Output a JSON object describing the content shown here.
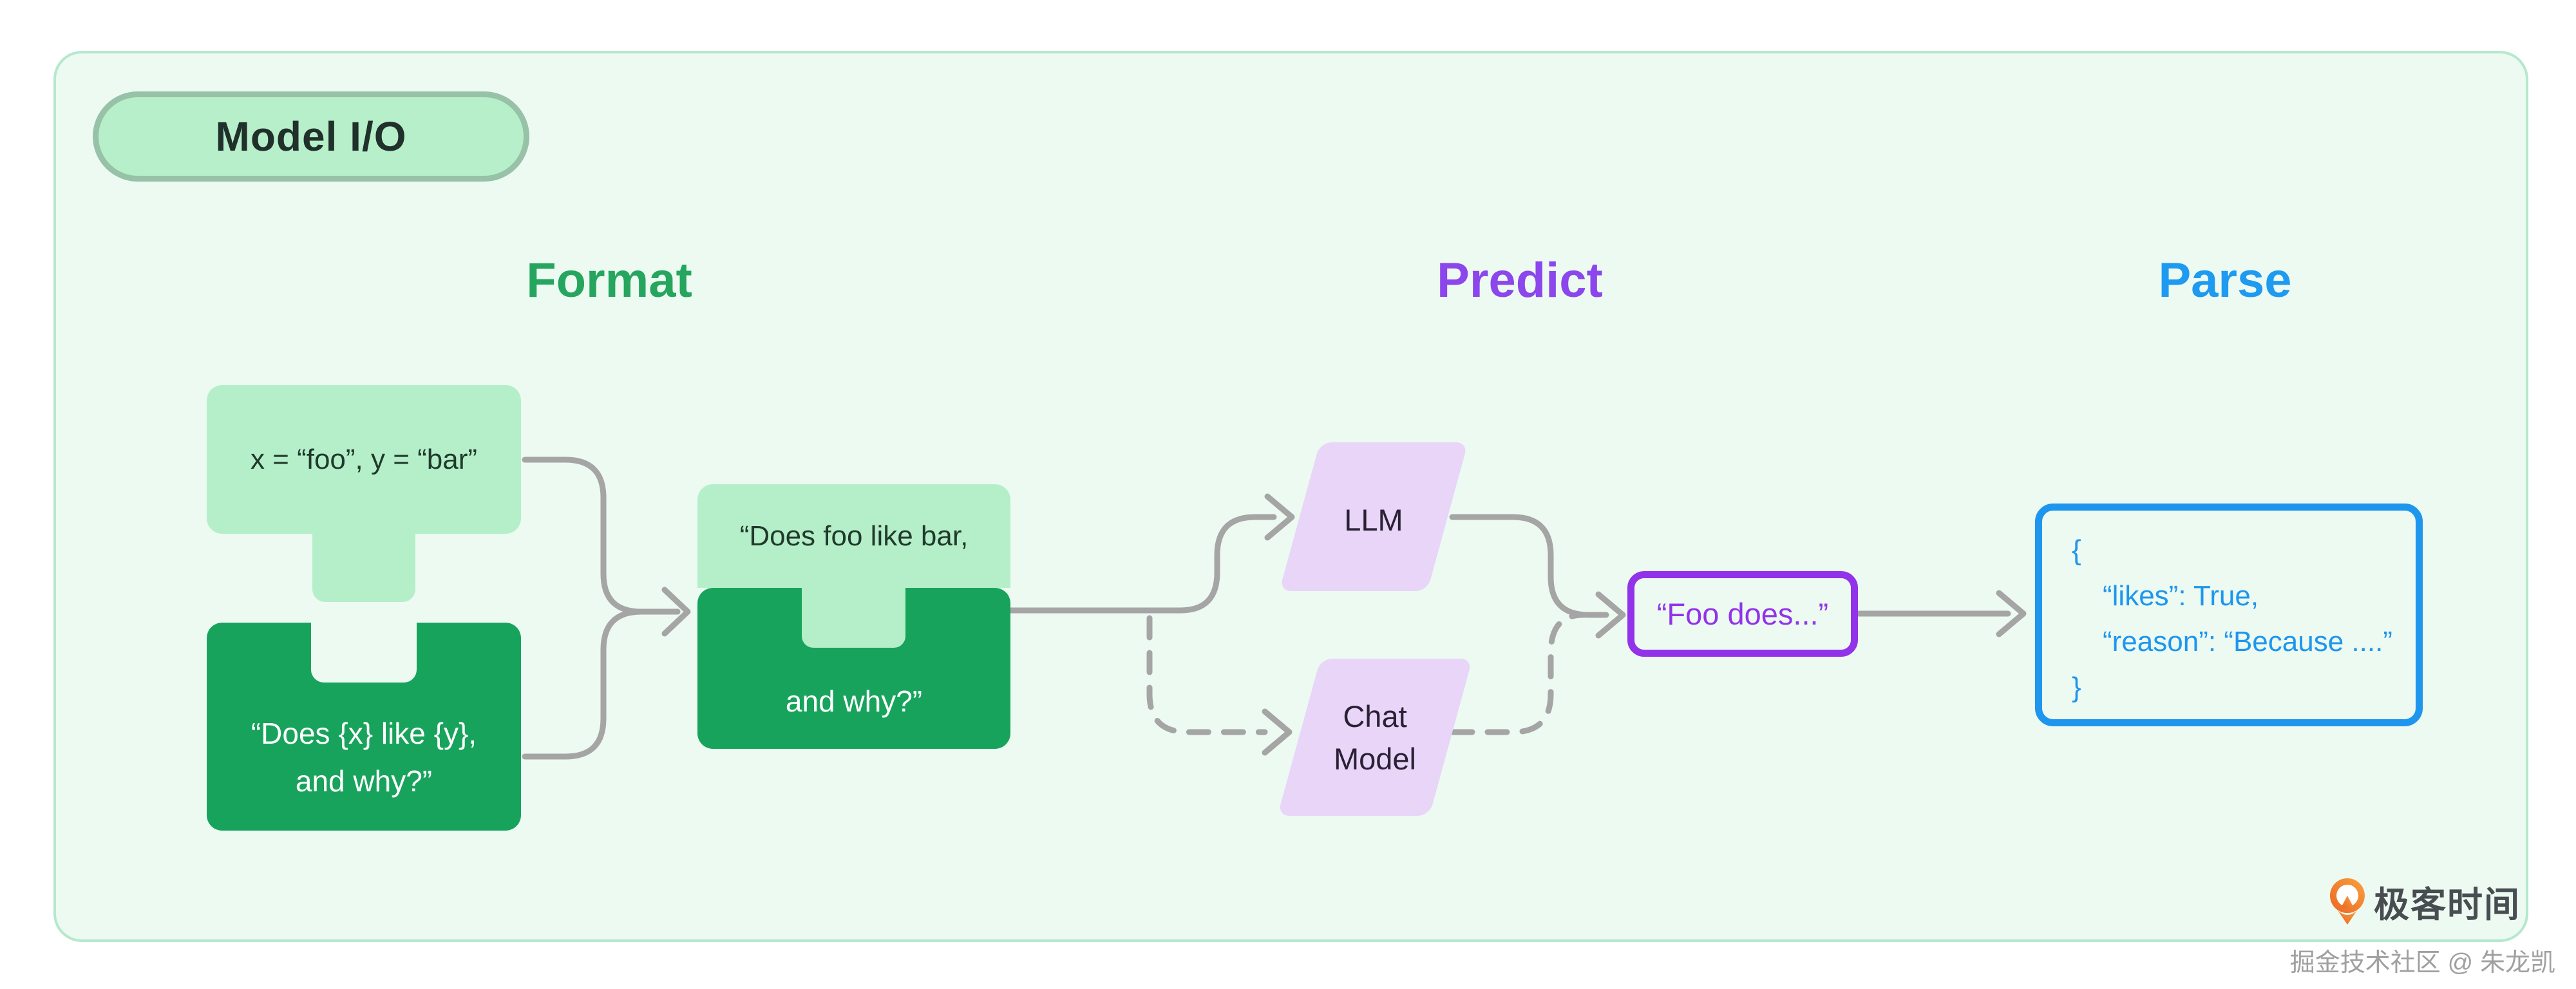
{
  "badge": {
    "label": "Model I/O",
    "fill": "#b7efca",
    "border": "#97c2a7"
  },
  "headers": {
    "format": {
      "label": "Format",
      "color": "#25a55e"
    },
    "predict": {
      "label": "Predict",
      "color": "#8b46ec"
    },
    "parse": {
      "label": "Parse",
      "color": "#1e9af0"
    }
  },
  "format_stage": {
    "variables_piece": {
      "text": "x = “foo”, y = “bar”",
      "fill": "#b5efc9"
    },
    "template_piece": {
      "lines": [
        "“Does {x} like {y},",
        "and why?”"
      ],
      "fill": "#18a35c"
    },
    "combined_piece": {
      "top_text": "“Does foo like bar,",
      "bottom_text": "and why?”"
    }
  },
  "predict_stage": {
    "llm": {
      "label": "LLM",
      "fill": "#e8d5f8"
    },
    "chat_model": {
      "lines": [
        "Chat",
        "Model"
      ]
    },
    "output_box": {
      "text": "“Foo does...”",
      "border": "#9233ea"
    }
  },
  "parse_stage": {
    "json_box": {
      "border": "#1e96ed",
      "lines": [
        "{",
        "“likes”: True,",
        "“reason”: “Because ....”",
        "}"
      ]
    }
  },
  "footer": {
    "brand": "极客时间",
    "watermark": "掘金技术社区 @ 朱龙凯"
  },
  "canvas": {
    "panel_bg": "#ecfaf2",
    "panel_border": "#b5e8cd",
    "arrow_color": "#a5a5a5"
  }
}
